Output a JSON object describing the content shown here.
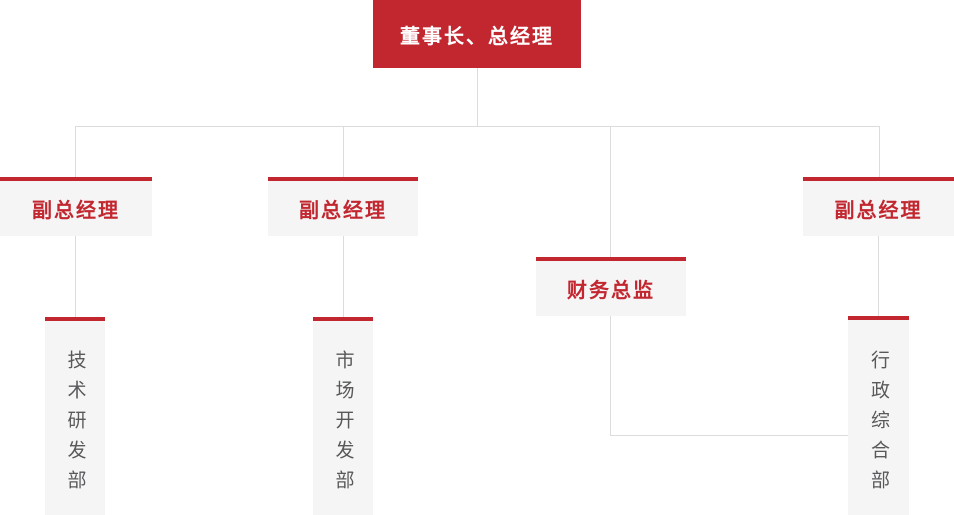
{
  "org_chart": {
    "root": {
      "label": "董事长、总经理"
    },
    "managers": [
      {
        "label": "副总经理"
      },
      {
        "label": "副总经理"
      },
      {
        "label": "财务总监"
      },
      {
        "label": "副总经理"
      }
    ],
    "departments": [
      {
        "label": "技术研发部"
      },
      {
        "label": "市场开发部"
      },
      {
        "label": "行政综合部"
      }
    ]
  },
  "colors": {
    "accent_red": "#c2262f",
    "node_background": "#f5f5f5",
    "connector_gray": "#dcdcdc",
    "department_text": "#58595b",
    "root_text": "#ffffff"
  }
}
